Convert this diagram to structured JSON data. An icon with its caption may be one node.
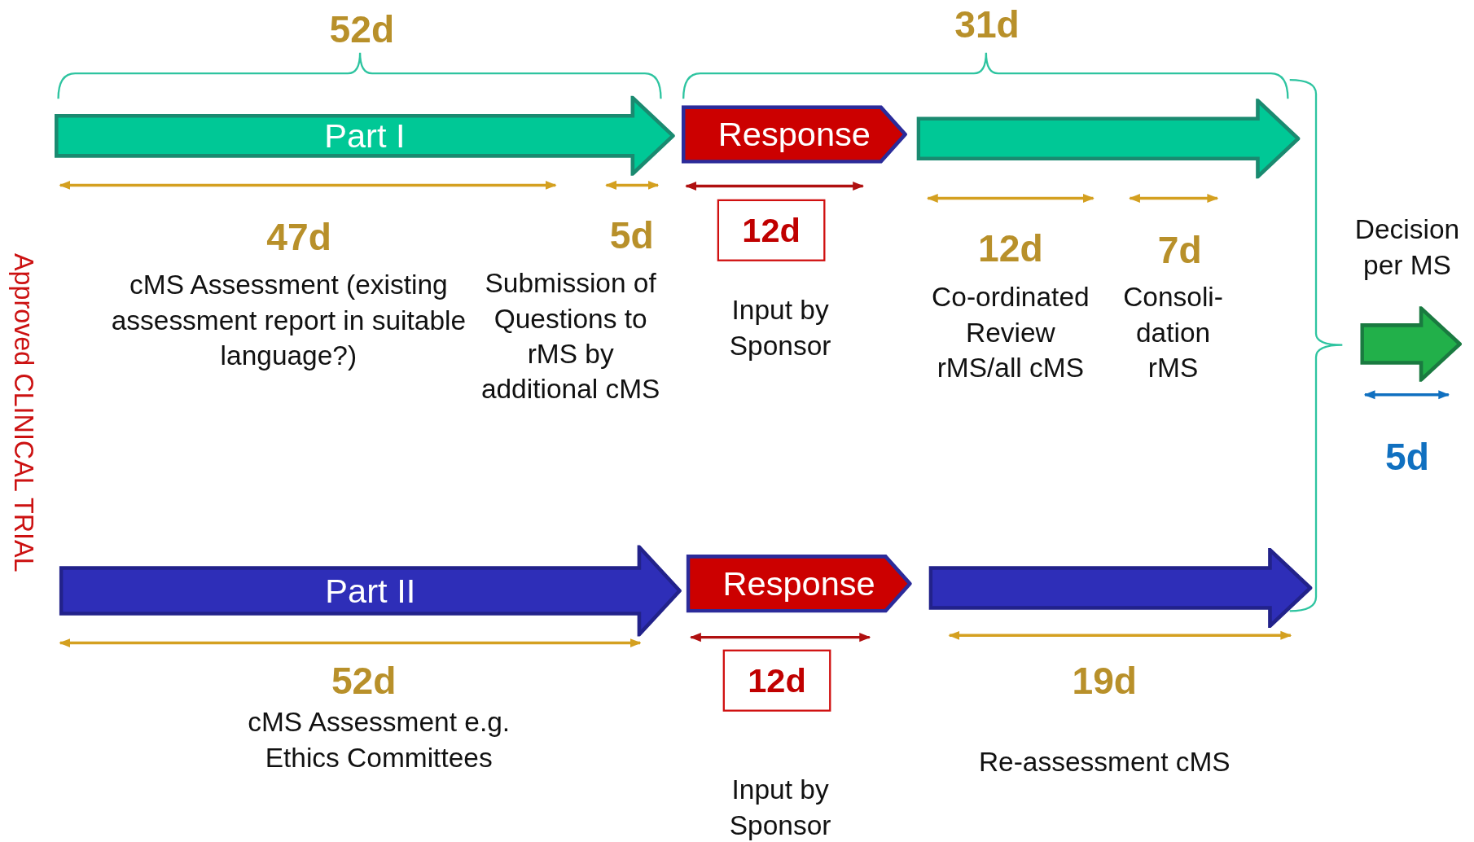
{
  "diagram": {
    "nodes": [
      {
        "text": [
          "Part I"
        ]
      },
      {
        "text": [
          "Response"
        ]
      },
      {
        "text": [],
        "shape": "arrow"
      },
      {
        "text": [
          "12d"
        ]
      },
      {
        "text": [],
        "shape": "arrow"
      },
      {
        "text": [
          "Part II"
        ]
      },
      {
        "text": [
          "Response"
        ]
      },
      {
        "text": [],
        "shape": "arrow"
      },
      {
        "text": [
          "12d"
        ]
      }
    ],
    "edges": [],
    "labels": [
      "52d",
      "31d",
      "47d",
      "5d",
      "12d",
      "7d",
      "Decision per MS",
      "Approved CLINICAL TRIAL",
      "cMS Assessment (existing assessment report in suitable language?)",
      "Submission of Questions to rMS by additional cMS",
      "Input by Sponsor",
      "Co-ordinated Review rMS/all cMS",
      "Consoli- dation rMS",
      "5d",
      "52d",
      "19d",
      "cMS Assessment e.g. Ethics Committees",
      "Input by Sponsor",
      "Re-assessment cMS"
    ]
  }
}
